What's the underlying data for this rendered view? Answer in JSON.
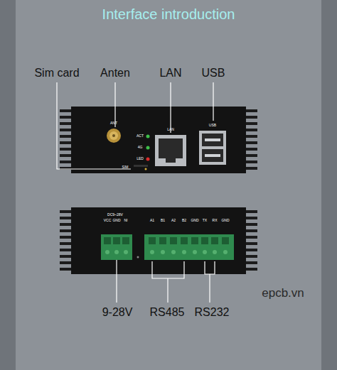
{
  "diagram": {
    "title": "Interface introduction",
    "labels": [
      "Sim card",
      "Anten",
      "LAN",
      "USB",
      "ANT",
      "ACT",
      "4G",
      "LED",
      "LAN",
      "USB",
      "SIM",
      "DC9~28V",
      "VCC",
      "GND",
      "NI",
      "A1",
      "B1",
      "A2",
      "B2",
      "GND",
      "TX",
      "RX",
      "GND",
      "9-28V",
      "RS485",
      "RS232",
      "epcb.vn"
    ]
  }
}
